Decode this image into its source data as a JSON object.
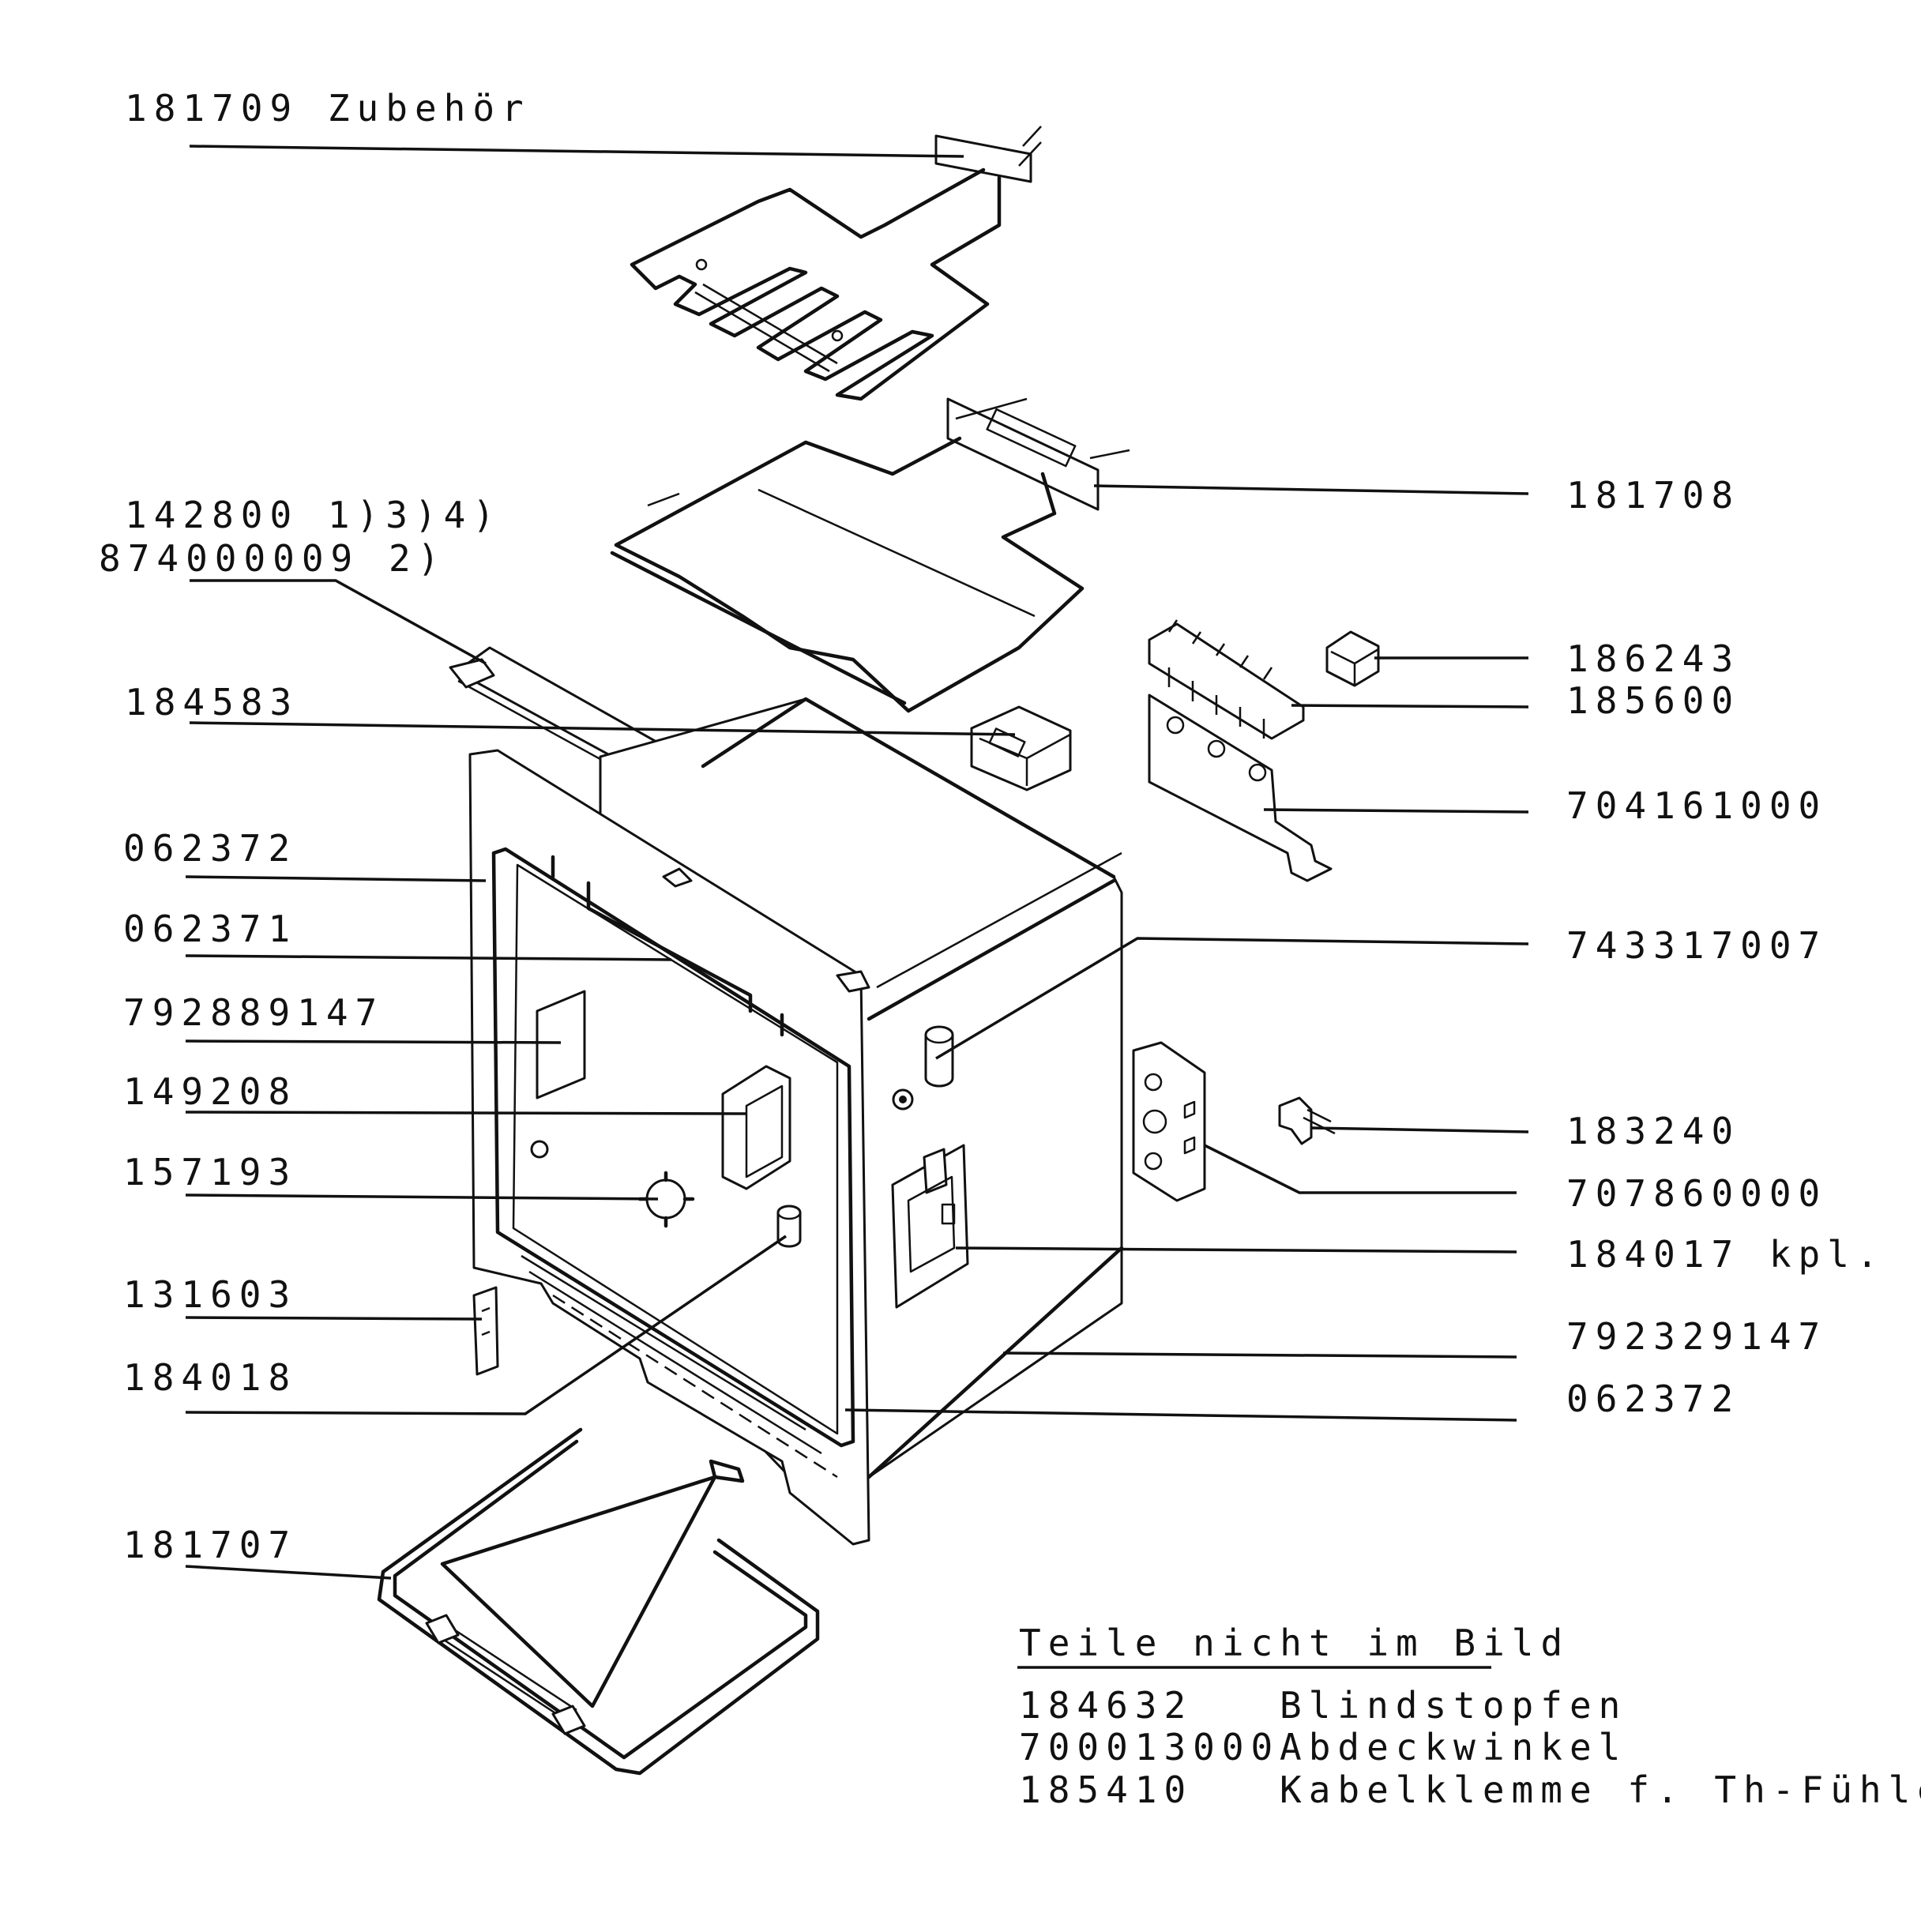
{
  "callouts": {
    "p181709": "181709  Zubehör",
    "p142800": "142800 1)3)4)",
    "p874000009": "874000009 2)",
    "p184583": "184583",
    "p062372_left": "062372",
    "p062371": "062371",
    "p792889147": "792889147",
    "p149208": "149208",
    "p157193": "157193",
    "p131603": "131603",
    "p184018": "184018",
    "p181707": "181707",
    "p181708": "181708",
    "p186243": "186243",
    "p185600": "185600",
    "p704161000": "704161000",
    "p743317007": "743317007",
    "p183240": "183240",
    "p707860000": "707860000",
    "p184017": "184017 kpl.",
    "p792329147": "792329147",
    "p062372_right": "062372"
  },
  "not_shown": {
    "heading": "Teile nicht im Bild",
    "rows": [
      {
        "number": "184632",
        "name": "Blindstopfen"
      },
      {
        "number": "700013000",
        "name": "Abdeckwinkel"
      },
      {
        "number": "185410",
        "name": "Kabelklemme f. Th-Fühler"
      }
    ]
  }
}
